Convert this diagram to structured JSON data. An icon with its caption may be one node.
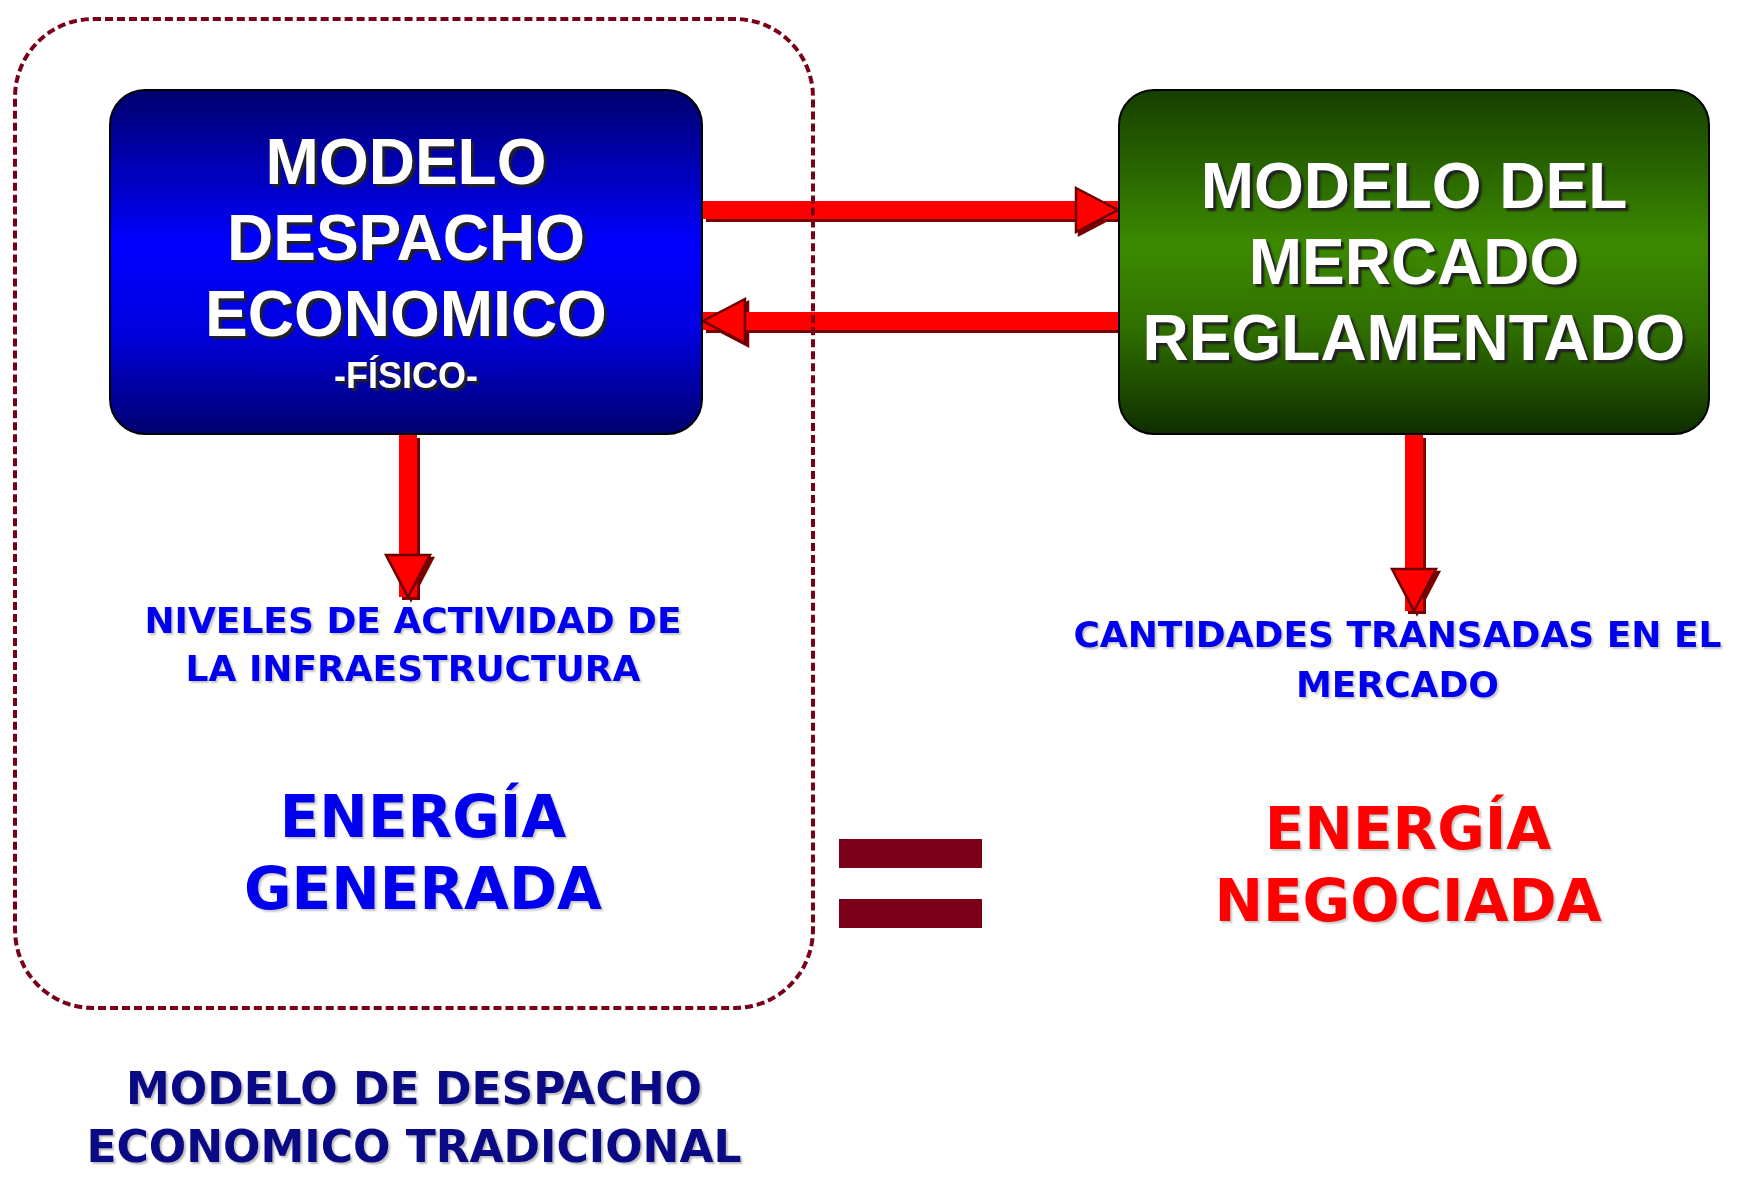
{
  "diagram": {
    "nodes": [
      {
        "text": [
          "MODELO DE DESPACHO ECONOMICO TRADICIONAL"
        ]
      },
      {
        "text": [
          "MODELO DESPACHO ECONOMICO",
          "-FÍSICO-"
        ],
        "in": 0
      },
      {
        "text": [
          "MODELO DEL MERCADO REGLAMENTADO"
        ]
      },
      {
        "text": [
          "NIVELES DE ACTIVIDAD DE LA INFRAESTRUCTURA"
        ],
        "in": 0
      },
      {
        "text": [
          "CANTIDADES TRANSADAS EN EL MERCADO"
        ]
      },
      {
        "text": [
          "ENERGÍA GENERADA"
        ],
        "in": 0
      },
      {
        "text": [
          "ENERGÍA NEGOCIADA"
        ]
      }
    ],
    "edges": [
      {
        "from": 1,
        "to": 2,
        "arrow": "to"
      },
      {
        "from": 2,
        "to": 1,
        "arrow": "to"
      },
      {
        "from": 1,
        "to": 3,
        "arrow": "to"
      },
      {
        "from": 2,
        "to": 4,
        "arrow": "to"
      }
    ]
  }
}
